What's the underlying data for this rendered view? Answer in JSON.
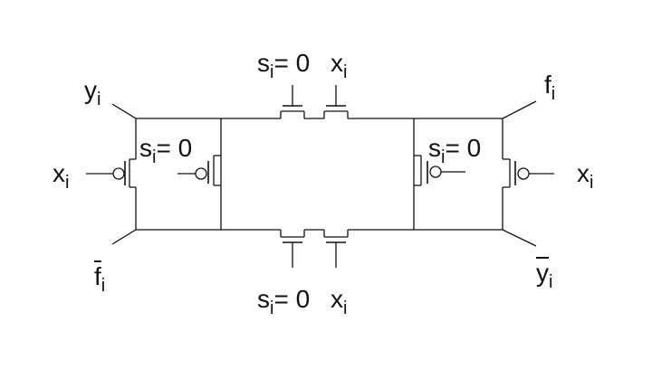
{
  "labels": {
    "s_main": "s",
    "s_index": "i",
    "s_value": "= 0",
    "x_main": "x",
    "x_index": "i",
    "y_main": "y",
    "y_index": "i",
    "f_main": "f",
    "f_index": "i",
    "fbar_main": "f",
    "fbar_index": "i",
    "ybar_main": "y",
    "ybar_index": "i"
  }
}
